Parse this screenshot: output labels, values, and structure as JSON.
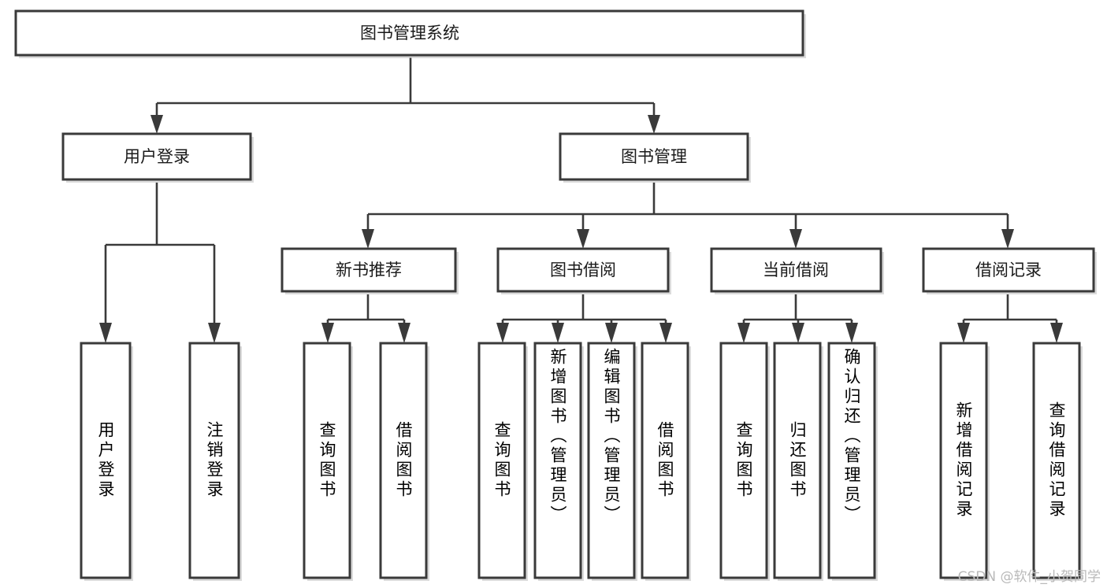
{
  "diagram": {
    "title": "图书管理系统",
    "type": "functional-decomposition-tree",
    "background_color": "#ffffff",
    "box_stroke_color": "#3a3a3a",
    "text_color": "#1a1a1a",
    "watermark": "CSDN @软件_小贺同学",
    "levels": {
      "level1": {
        "count": 1
      },
      "level2": {
        "count": 2
      },
      "level3": {
        "count": 4
      },
      "level4": {
        "count": 13
      }
    },
    "nodes": {
      "root": {
        "label": "图书管理系统",
        "orientation": "horizontal"
      },
      "user_login": {
        "label": "用户登录",
        "orientation": "horizontal"
      },
      "book_manage": {
        "label": "图书管理",
        "orientation": "horizontal"
      },
      "new_book_rec": {
        "label": "新书推荐",
        "orientation": "horizontal"
      },
      "book_borrow": {
        "label": "图书借阅",
        "orientation": "horizontal"
      },
      "current_borrow": {
        "label": "当前借阅",
        "orientation": "horizontal"
      },
      "borrow_record": {
        "label": "借阅记录",
        "orientation": "horizontal"
      },
      "leaf_user_login": {
        "label": "用户登录",
        "orientation": "vertical"
      },
      "leaf_logout": {
        "label": "注销登录",
        "orientation": "vertical"
      },
      "leaf_query_book_1": {
        "label": "查询图书",
        "orientation": "vertical"
      },
      "leaf_borrow_book_1": {
        "label": "借阅图书",
        "orientation": "vertical"
      },
      "leaf_query_book_2": {
        "label": "查询图书",
        "orientation": "vertical"
      },
      "leaf_add_book": {
        "label": "新增图书（管理员）",
        "orientation": "vertical"
      },
      "leaf_edit_book": {
        "label": "编辑图书（管理员）",
        "orientation": "vertical"
      },
      "leaf_borrow_book_2": {
        "label": "借阅图书",
        "orientation": "vertical"
      },
      "leaf_query_book_3": {
        "label": "查询图书",
        "orientation": "vertical"
      },
      "leaf_return_book": {
        "label": "归还图书",
        "orientation": "vertical"
      },
      "leaf_confirm_return": {
        "label": "确认归还（管理员）",
        "orientation": "vertical"
      },
      "leaf_add_record": {
        "label": "新增借阅记录",
        "orientation": "vertical"
      },
      "leaf_query_record": {
        "label": "查询借阅记录",
        "orientation": "vertical"
      }
    },
    "edges": [
      {
        "from": "root",
        "to": "user_login"
      },
      {
        "from": "root",
        "to": "book_manage"
      },
      {
        "from": "user_login",
        "to": "leaf_user_login"
      },
      {
        "from": "user_login",
        "to": "leaf_logout"
      },
      {
        "from": "book_manage",
        "to": "new_book_rec"
      },
      {
        "from": "book_manage",
        "to": "book_borrow"
      },
      {
        "from": "book_manage",
        "to": "current_borrow"
      },
      {
        "from": "book_manage",
        "to": "borrow_record"
      },
      {
        "from": "new_book_rec",
        "to": "leaf_query_book_1"
      },
      {
        "from": "new_book_rec",
        "to": "leaf_borrow_book_1"
      },
      {
        "from": "book_borrow",
        "to": "leaf_query_book_2"
      },
      {
        "from": "book_borrow",
        "to": "leaf_add_book"
      },
      {
        "from": "book_borrow",
        "to": "leaf_edit_book"
      },
      {
        "from": "book_borrow",
        "to": "leaf_borrow_book_2"
      },
      {
        "from": "current_borrow",
        "to": "leaf_query_book_3"
      },
      {
        "from": "current_borrow",
        "to": "leaf_return_book"
      },
      {
        "from": "current_borrow",
        "to": "leaf_confirm_return"
      },
      {
        "from": "borrow_record",
        "to": "leaf_add_record"
      },
      {
        "from": "borrow_record",
        "to": "leaf_query_record"
      }
    ]
  }
}
